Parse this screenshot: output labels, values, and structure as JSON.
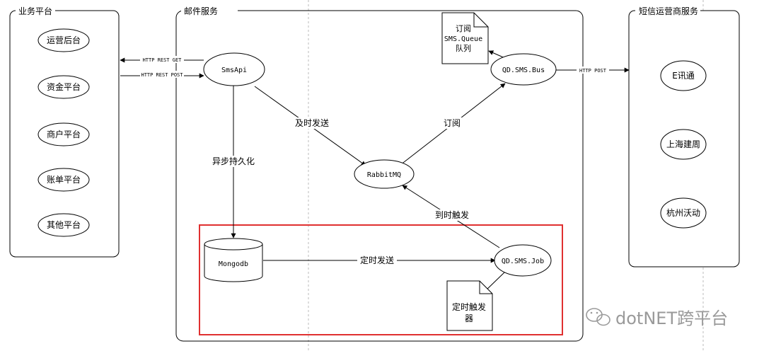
{
  "groups": {
    "business": "业务平台",
    "mail": "邮件服务",
    "sms": "短信运营商服务"
  },
  "business_platforms": [
    "运营后台",
    "资金平台",
    "商户平台",
    "账单平台",
    "其他平台"
  ],
  "sms_providers": [
    "E讯通",
    "上海建周",
    "杭州沃动"
  ],
  "nodes": {
    "smsapi": "SmsApi",
    "rabbitmq": "RabbitMQ",
    "bus": "QD.SMS.Bus",
    "job": "QD.SMS.Job",
    "mongodb": "Mongodb"
  },
  "docs": {
    "queue": [
      "订阅",
      "SMS.Queue",
      "队列"
    ],
    "trigger": [
      "定时触发",
      "器"
    ]
  },
  "edges": {
    "http_get": "HTTP REST GET",
    "http_post_in": "HTTP REST POST",
    "http_post_out": "HTTP POST",
    "immediate": "及时发送",
    "subscribe": "订阅",
    "async_persist": "异步持久化",
    "scheduled_trigger": "到时触发",
    "scheduled_send": "定时发送"
  },
  "watermark": {
    "text": "dotNET跨平台",
    "icon": "wechat-icon"
  },
  "colors": {
    "line": "#000000",
    "highlight": "#e03030",
    "watermark": "#9a9a9a",
    "dashed": "#bbbbbb"
  }
}
